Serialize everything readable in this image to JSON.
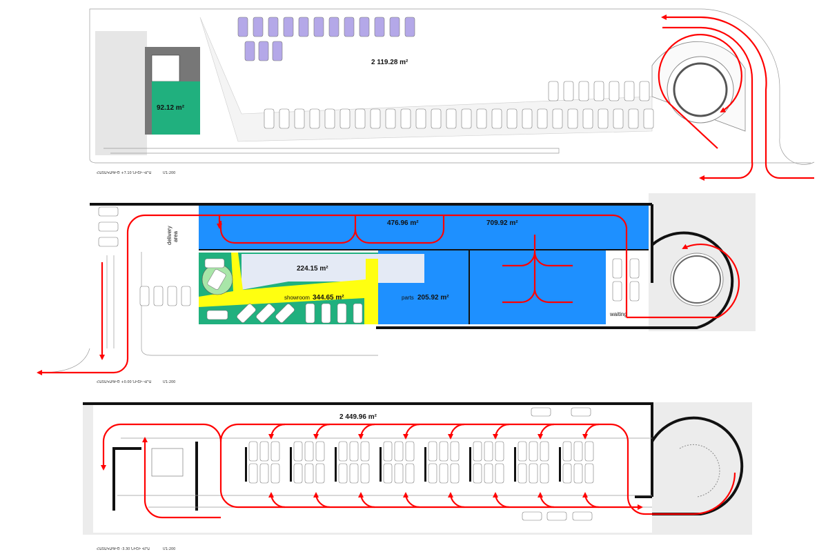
{
  "plans": [
    {
      "caption": "ՀԱՏԱԿԱԳԻԾ +7.10 ՆԻՇԻ ՎՐԱ",
      "scale": "Մ1:200",
      "areas": {
        "parking": "2 119.28 m²",
        "core": "92.12 m²"
      }
    },
    {
      "caption": "ՀԱՏԱԿԱԳԻԾ +0.00 ՆԻՇԻ ՎՐԱ",
      "scale": "Մ1:200",
      "areas": {
        "service_a": "476.96 m²",
        "service_b": "709.92 m²",
        "office": "224.15 m²",
        "showroom": "344.65 m²",
        "parts": "205.92 m²"
      },
      "labels": {
        "delivery": "delivery",
        "delivery2": "area",
        "showroom": "showroom",
        "parts": "parts",
        "waiting": "waiting"
      }
    },
    {
      "caption": "ՀԱՏԱԿԱԳԻԾ -3.30 ՆԻՇԻ ՎՐԱ",
      "scale": "Մ1:200",
      "areas": {
        "parking": "2 449.96 m²"
      }
    }
  ],
  "colors": {
    "blue": "#1e90ff",
    "green": "#20b07e",
    "yellow": "#ffff10",
    "arrow": "#ff0000",
    "purple": "#b4a8e8"
  }
}
